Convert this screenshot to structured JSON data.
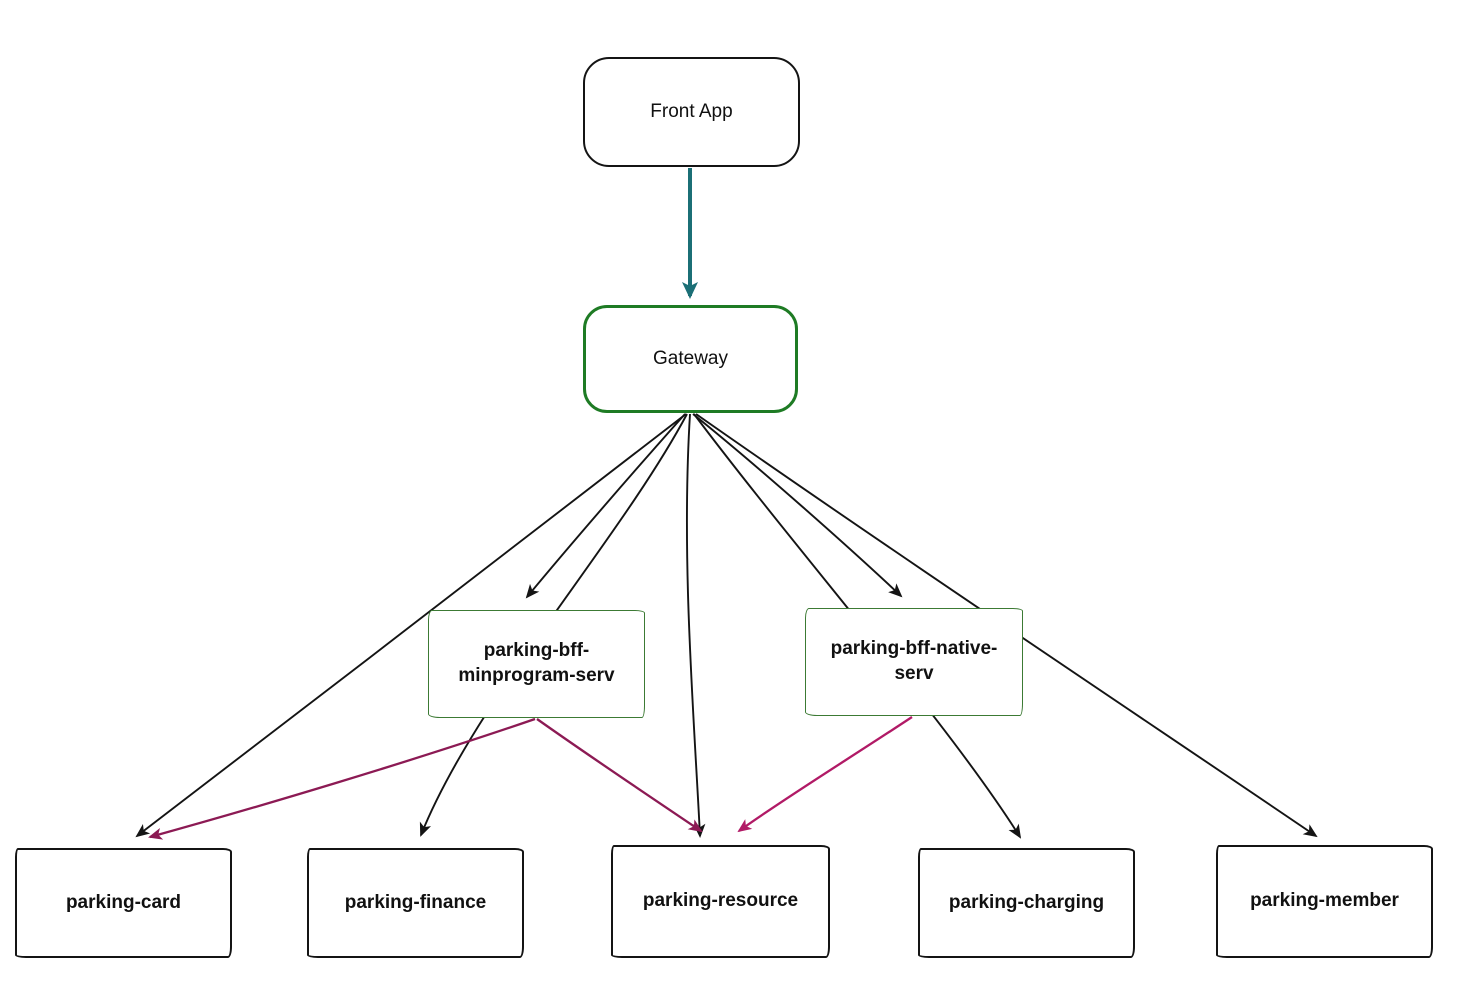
{
  "diagram": {
    "title": "parking services architecture flowchart",
    "nodes": {
      "front_app": {
        "label": "Front App",
        "shape": "rounded-rect",
        "border_color": "#141414"
      },
      "gateway": {
        "label": "Gateway",
        "shape": "rounded-rect-thick",
        "border_color": "#1e7b24"
      },
      "bff_minprogram": {
        "label": "parking-bff-minprogram-serv",
        "shape": "rect-sketch",
        "border_color": "#3c7a34"
      },
      "bff_native": {
        "label": "parking-bff-native-serv",
        "shape": "rect-sketch",
        "border_color": "#3c7a34"
      },
      "card": {
        "label": "parking-card",
        "shape": "rect-sketch",
        "border_color": "#141414"
      },
      "finance": {
        "label": "parking-finance",
        "shape": "rect-sketch",
        "border_color": "#141414"
      },
      "resource": {
        "label": "parking-resource",
        "shape": "rect-sketch",
        "border_color": "#141414"
      },
      "charging": {
        "label": "parking-charging",
        "shape": "rect-sketch",
        "border_color": "#141414"
      },
      "member": {
        "label": "parking-member",
        "shape": "rect-sketch",
        "border_color": "#141414"
      }
    },
    "edges": [
      {
        "from": "front_app",
        "to": "gateway",
        "color": "#1b6f76"
      },
      {
        "from": "gateway",
        "to": "card",
        "color": "#141414"
      },
      {
        "from": "gateway",
        "to": "bff_minprogram",
        "color": "#141414"
      },
      {
        "from": "gateway",
        "to": "finance",
        "color": "#141414"
      },
      {
        "from": "gateway",
        "to": "resource",
        "color": "#141414"
      },
      {
        "from": "gateway",
        "to": "bff_native",
        "color": "#141414"
      },
      {
        "from": "gateway",
        "to": "charging",
        "color": "#141414"
      },
      {
        "from": "gateway",
        "to": "member",
        "color": "#141414"
      },
      {
        "from": "bff_minprogram",
        "to": "card",
        "color": "#8c1a54"
      },
      {
        "from": "bff_minprogram",
        "to": "resource",
        "color": "#8c1a54"
      },
      {
        "from": "bff_native",
        "to": "resource",
        "color": "#b11a66"
      }
    ],
    "colors": {
      "edge_black": "#141414",
      "edge_teal": "#1b6f76",
      "edge_maroon": "#8c1a54",
      "edge_magenta": "#b11a66",
      "node_green_thick": "#1e7b24",
      "node_green_thin": "#3c7a34",
      "background": "#ffffff"
    }
  }
}
